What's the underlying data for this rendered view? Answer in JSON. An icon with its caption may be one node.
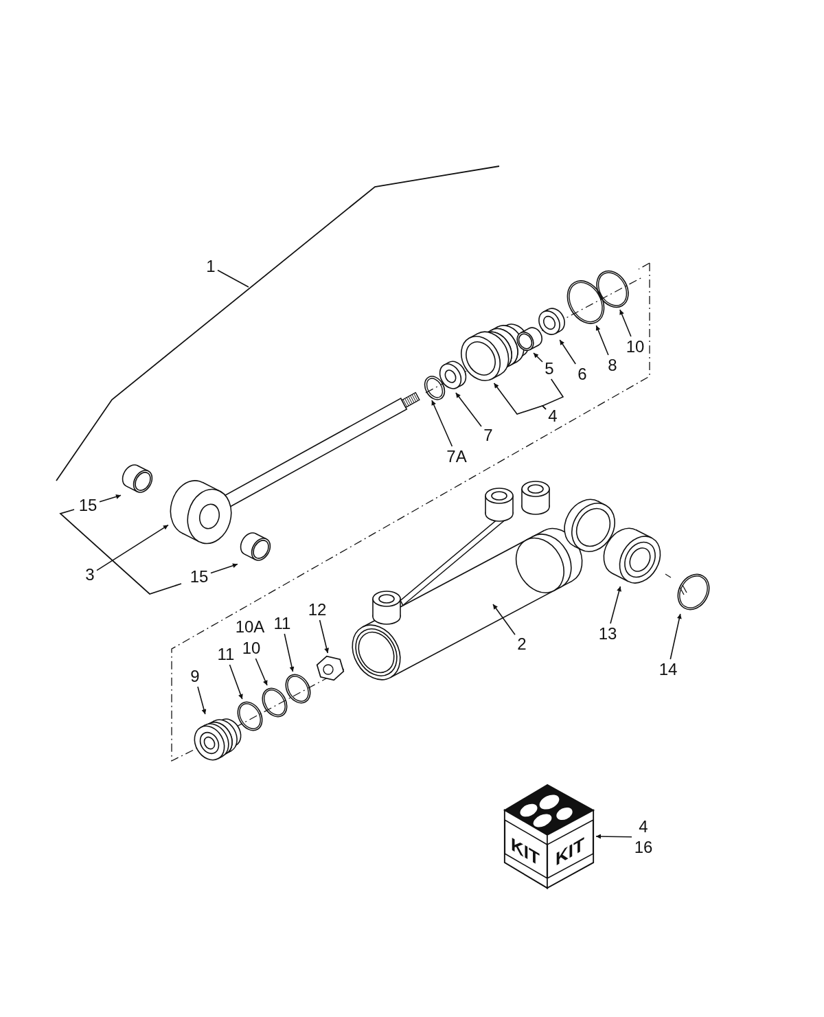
{
  "diagram": {
    "nodes": [
      {
        "text": [
          "1"
        ]
      },
      {
        "text": [
          "15"
        ]
      },
      {
        "text": [],
        "shape": "picture"
      },
      {
        "text": [
          "3"
        ]
      },
      {
        "text": [],
        "shape": "picture"
      },
      {
        "text": [
          "15"
        ]
      },
      {
        "text": [],
        "shape": "picture"
      },
      {
        "text": [
          "7A"
        ]
      },
      {
        "text": [],
        "shape": "picture"
      },
      {
        "text": [
          "7"
        ]
      },
      {
        "text": [],
        "shape": "picture"
      },
      {
        "text": [
          "4"
        ]
      },
      {
        "text": [],
        "shape": "picture"
      },
      {
        "text": [
          "5"
        ]
      },
      {
        "text": [],
        "shape": "picture"
      },
      {
        "text": [
          "6"
        ]
      },
      {
        "text": [],
        "shape": "picture"
      },
      {
        "text": [
          "8"
        ]
      },
      {
        "text": [],
        "shape": "picture"
      },
      {
        "text": [
          "10"
        ]
      },
      {
        "text": [],
        "shape": "picture"
      },
      {
        "text": [
          "2"
        ]
      },
      {
        "text": [],
        "shape": "picture"
      },
      {
        "text": [
          "13"
        ]
      },
      {
        "text": [],
        "shape": "picture"
      },
      {
        "text": [
          "14"
        ]
      },
      {
        "text": [],
        "shape": "picture"
      },
      {
        "text": [
          "12"
        ]
      },
      {
        "text": [],
        "shape": "picture"
      },
      {
        "text": [
          "11"
        ]
      },
      {
        "text": [],
        "shape": "picture"
      },
      {
        "text": [
          "10"
        ]
      },
      {
        "text": [],
        "shape": "picture"
      },
      {
        "text": [
          "11"
        ]
      },
      {
        "text": [],
        "shape": "picture"
      },
      {
        "text": [
          "9"
        ]
      },
      {
        "text": [],
        "shape": "picture"
      },
      {
        "text": [
          "KIT",
          "KIT"
        ]
      },
      {
        "text": [
          "4",
          "16"
        ]
      }
    ],
    "edges": [
      {
        "from": 0,
        "to": null,
        "arrow": "none"
      },
      {
        "from": 1,
        "to": 2,
        "arrow": "to"
      },
      {
        "from": 3,
        "to": 4,
        "arrow": "to"
      },
      {
        "from": 5,
        "to": 6,
        "arrow": "to"
      },
      {
        "from": 7,
        "to": 8,
        "arrow": "to"
      },
      {
        "from": 9,
        "to": 10,
        "arrow": "to"
      },
      {
        "from": 11,
        "to": 12,
        "arrow": "to"
      },
      {
        "from": 13,
        "to": 14,
        "arrow": "to"
      },
      {
        "from": 15,
        "to": 16,
        "arrow": "to"
      },
      {
        "from": 17,
        "to": 18,
        "arrow": "to"
      },
      {
        "from": 19,
        "to": 20,
        "arrow": "to"
      },
      {
        "from": 21,
        "to": 22,
        "arrow": "to"
      },
      {
        "from": 23,
        "to": 24,
        "arrow": "to"
      },
      {
        "from": 25,
        "to": 26,
        "arrow": "to"
      },
      {
        "from": 27,
        "to": 28,
        "arrow": "to"
      },
      {
        "from": 29,
        "to": 30,
        "arrow": "to"
      },
      {
        "from": 31,
        "to": 32,
        "arrow": "to"
      },
      {
        "from": 33,
        "to": 34,
        "arrow": "to"
      },
      {
        "from": 35,
        "to": 36,
        "arrow": "to"
      },
      {
        "from": 38,
        "to": 37,
        "arrow": "to"
      },
      {
        "from": 11,
        "to": 13,
        "arrow": "none"
      }
    ],
    "labels": [
      "10A"
    ]
  }
}
